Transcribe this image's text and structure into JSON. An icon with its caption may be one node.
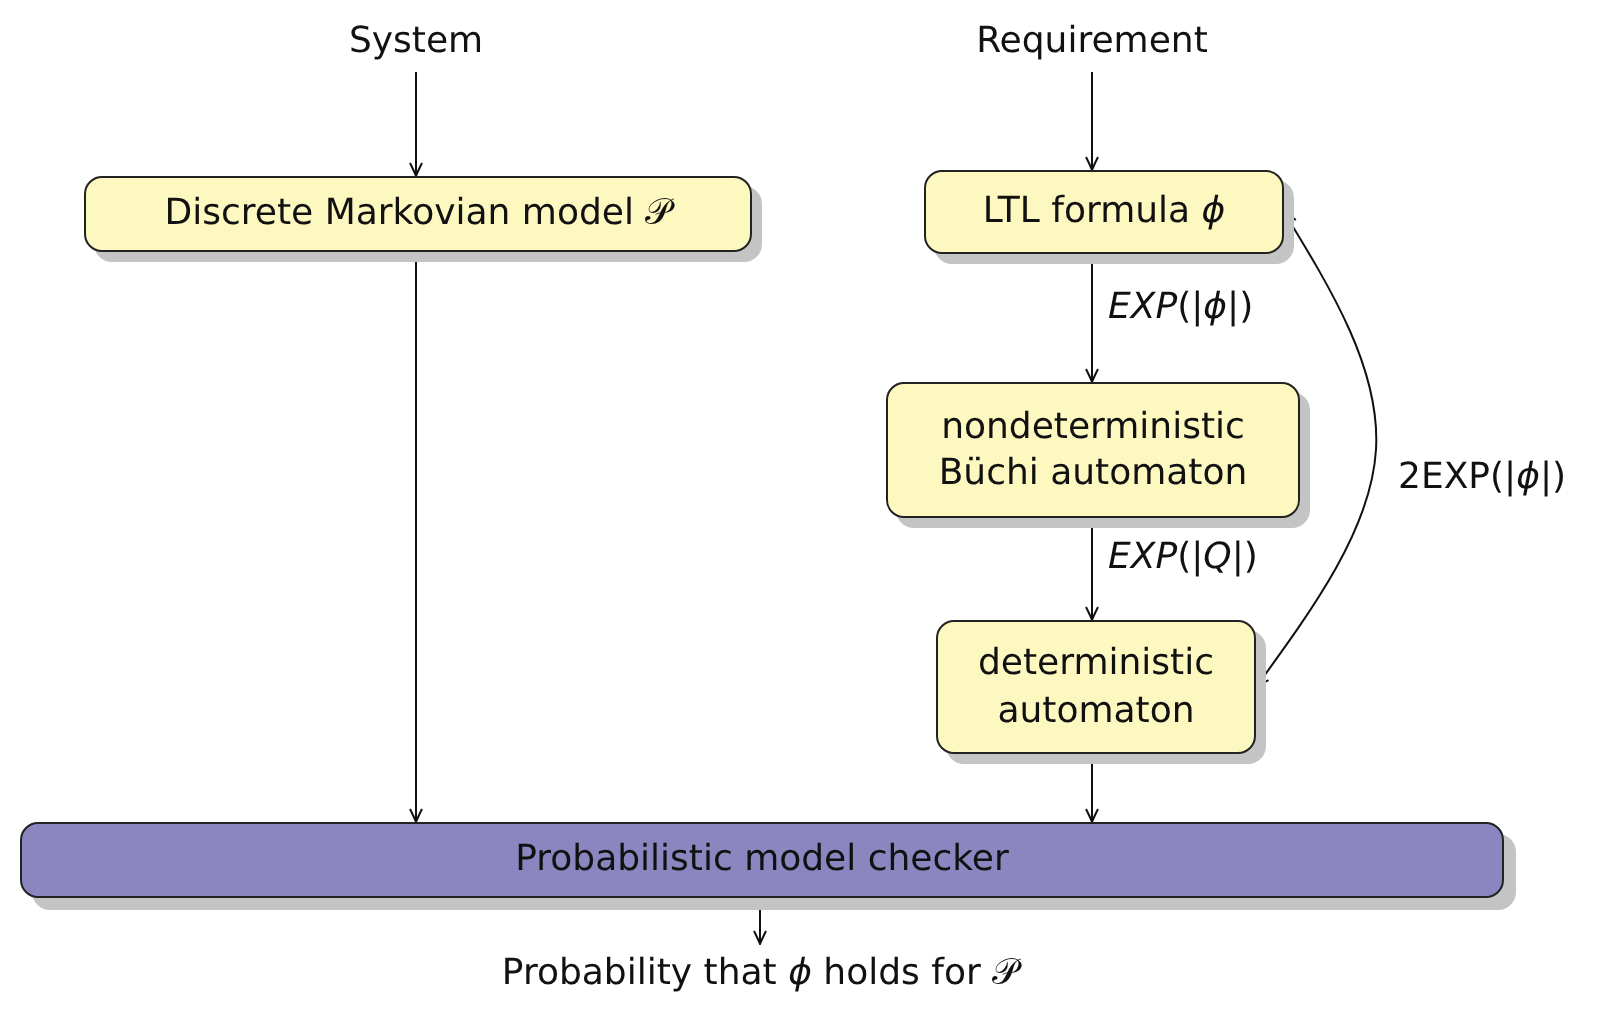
{
  "diagram": {
    "nodes": [
      {
        "text": [
          "System"
        ]
      },
      {
        "text": [
          "Requirement"
        ]
      },
      {
        "text": [
          "Discrete Markovian model 𝒫"
        ]
      },
      {
        "text": [
          "LTL formula *ϕ*"
        ]
      },
      {
        "text": [
          "nondeterministic Büchi automaton"
        ]
      },
      {
        "text": [
          "deterministic automaton"
        ]
      },
      {
        "text": [
          "Probabilistic model checker"
        ]
      },
      {
        "text": [
          "Probability that *ϕ* holds for 𝒫"
        ]
      }
    ],
    "edges": [
      {
        "from": 0,
        "to": 2,
        "arrow": "to"
      },
      {
        "from": 1,
        "to": 3,
        "arrow": "to"
      },
      {
        "from": 3,
        "to": 4,
        "arrow": "to",
        "label": "*EXP*(|*ϕ*|)"
      },
      {
        "from": 4,
        "to": 5,
        "arrow": "to",
        "label": "*EXP*(|*Q*|)"
      },
      {
        "from": 3,
        "to": 5,
        "arrow": "both",
        "label": "2EXP(|*ϕ*|)"
      },
      {
        "from": 2,
        "to": 6,
        "arrow": "to"
      },
      {
        "from": 5,
        "to": 6,
        "arrow": "to"
      },
      {
        "from": 6,
        "to": 7,
        "arrow": "to"
      }
    ]
  }
}
